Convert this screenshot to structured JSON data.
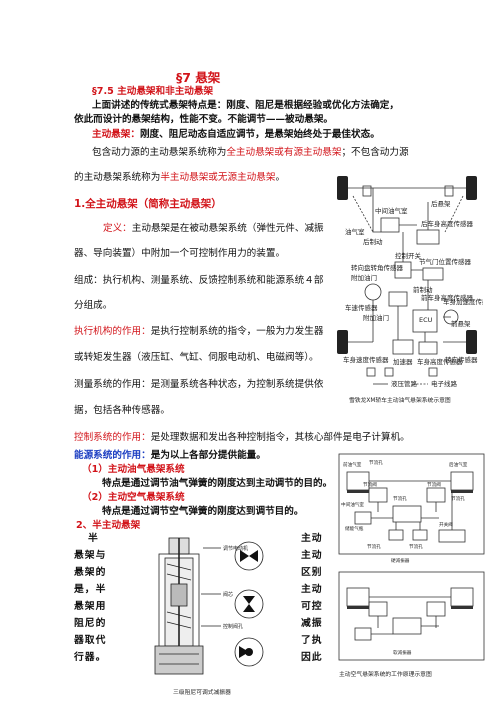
{
  "title": "§7 悬架",
  "section_heading": "§7.5 主动悬架和非主动悬架",
  "intro_line1": "上面讲述的传统式悬架特点是：刚度、阻尼是根据经验或优化方法确定，",
  "intro_line2": "依此而设计的悬架结构，性能不变。不能调节——被动悬架。",
  "active_def_label": "主动悬架：",
  "active_def_text": "刚度、阻尼动态自适应调节，是悬架始终处于最佳状态。",
  "incl_line1_a": "包含动力源的主动悬架系统称为",
  "incl_line1_red": "全主动悬架或有源主动悬架",
  "incl_line1_b": "；不包含动力源",
  "incl_line2_a": "的主动悬架系统称为",
  "incl_line2_red": "半主动悬架或无源主动悬架",
  "incl_line2_b": "。",
  "full_active_heading": "1.全主动悬架（简称主动悬架）",
  "def_label": "定义：",
  "def_text1": "主动悬架是在被动悬架系统（弹性元件、减振",
  "def_text2": "器、导向装置）中附加一个可控制作用力的装置。",
  "comp_line1": "组成：执行机构、测量系统、反馈控制系统和能源系统４部",
  "comp_line2": "分组成。",
  "exec_label": "执行机构的作用：",
  "exec_text1": "是执行控制系统的指令，一般为力发生器",
  "exec_text2": "或转矩发生器（液压缸、气缸、伺服电动机、电磁阀等）。",
  "meas_line1": "测量系统的作用：是测量系统各种状态，为控制系统提供依",
  "meas_line2": "据，包括各种传感器。",
  "ctrl_label": "控制系统的作用：",
  "ctrl_text": "是处理数据和发出各种控制指令，其核心部件是电子计算机。",
  "energy_label": "能源系统的作用：",
  "energy_text": "是为以上各部分提供能量。",
  "oil_heading": "（1）主动油气悬架系统",
  "oil_text": "特点是通过调节油气弹簧的刚度达到主动调节的目的。",
  "air_heading": "（2）主动空气悬架系统",
  "air_text": "特点是通过调节空气弹簧的刚度达到调节目的。",
  "semi_heading": "2、半主动悬架",
  "semi_left_cols": [
    "半",
    "悬架与",
    "悬架的",
    "是，半",
    "悬架用",
    "阻尼的",
    "器取代",
    "行器。"
  ],
  "semi_right_cols": [
    "主动",
    "主动",
    "区别",
    "主动",
    "可控",
    "减振",
    "了执",
    "因此"
  ],
  "fig1": {
    "caption": "雪铁龙XM轿车主动油气悬架系统示意图",
    "labels": [
      "后悬架",
      "中间油气室",
      "油气室",
      "后制动",
      "后车身高度传感器",
      "控制开关",
      "转向盘转角传感器",
      "附加油门",
      "节气门位置传感器",
      "前制动",
      "车速传感器",
      "车身加速度传感器",
      "前悬架",
      "ECU",
      "附加油门",
      "前车身高度传感器",
      "加速器",
      "车身速度传感器",
      "车身高度传感器",
      "转向传感器",
      "液压管路",
      "电子线路"
    ]
  },
  "fig2": {
    "caption": "主动空气悬架系统的工作原理示意图",
    "labels": [
      "前油气室",
      "节流孔",
      "后油气室",
      "节流阀",
      "节流孔",
      "节流阀",
      "节流孔",
      "中间油气室",
      "储能气瓶",
      "节流孔",
      "节流孔",
      "开关阀",
      "硬减振器",
      "软减振器"
    ]
  },
  "fig3": {
    "caption": "三级阻尼可调式减振器",
    "labels": [
      "调节电动机",
      "阀芯",
      "控制阀孔"
    ]
  }
}
